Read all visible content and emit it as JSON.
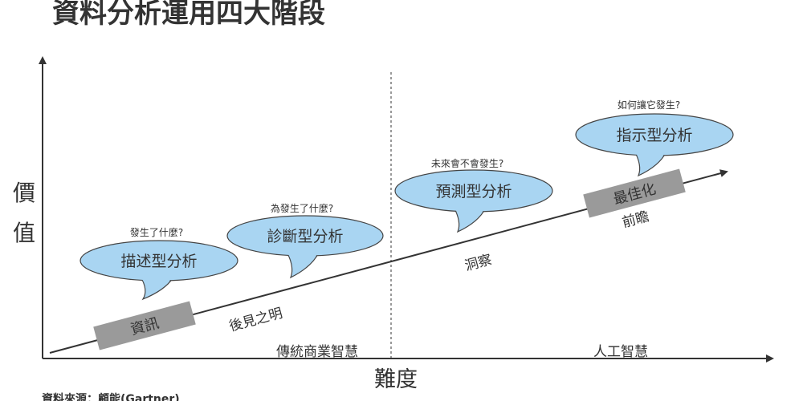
{
  "title": "資料分析運用四大階段",
  "y_axis_label": [
    "價",
    "值"
  ],
  "x_axis_label": "難度",
  "regions": [
    "傳統商業智慧",
    "人工智慧"
  ],
  "arrow_labels": [
    "資訊",
    "最佳化"
  ],
  "stage_labels": [
    "後見之明",
    "洞察",
    "前瞻"
  ],
  "bubbles": [
    {
      "question": "發生了什麼?",
      "label": "描述型分析"
    },
    {
      "question": "為發生了什麼?",
      "label": "診斷型分析"
    },
    {
      "question": "未來會不會發生?",
      "label": "預測型分析"
    },
    {
      "question": "如何讓它發生?",
      "label": "指示型分析"
    }
  ],
  "source": "資料來源：顧能(Gartner)",
  "colors": {
    "bubble": "#a9d5f2",
    "box": "#9a9a9a",
    "line": "#333333"
  }
}
